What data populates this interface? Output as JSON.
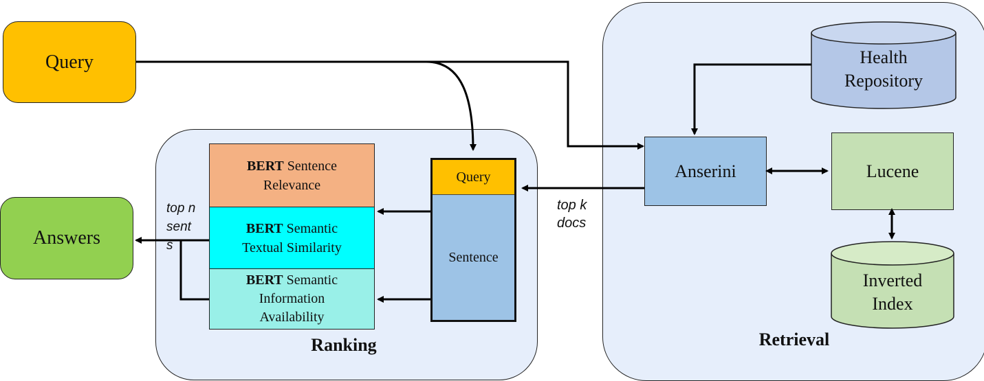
{
  "nodes": {
    "query": "Query",
    "answers": "Answers",
    "anserini": "Anserini",
    "lucene": "Lucene",
    "health_repository": [
      "Health",
      "Repository"
    ],
    "inverted_index": [
      "Inverted",
      "Index"
    ],
    "doc_query": "Query",
    "doc_sentence": "Sentence"
  },
  "bert_modules": [
    {
      "bold": "BERT",
      "line1": " Sentence",
      "line2": "Relevance",
      "line3": ""
    },
    {
      "bold": "BERT",
      "line1": " Semantic",
      "line2": "Textual Similarity",
      "line3": ""
    },
    {
      "bold": "BERT",
      "line1": " Semantic",
      "line2": "Information",
      "line3": "Availability"
    }
  ],
  "panels": {
    "ranking": "Ranking",
    "retrieval": "Retrieval"
  },
  "edge_labels": {
    "top_k": [
      "top k",
      "docs"
    ],
    "top_n": [
      "top n",
      "sent",
      "s"
    ]
  },
  "colors": {
    "query": "#ffc000",
    "answers": "#92d050",
    "anserini": "#9dc3e6",
    "lucene": "#c5e0b4",
    "health_repository": "#b4c7e7",
    "inverted_index": "#c5e0b4",
    "bert_relevance": "#f4b183",
    "bert_similarity": "#00ffff",
    "bert_availability": "#99f0e8",
    "panel": "#e6eefb"
  }
}
